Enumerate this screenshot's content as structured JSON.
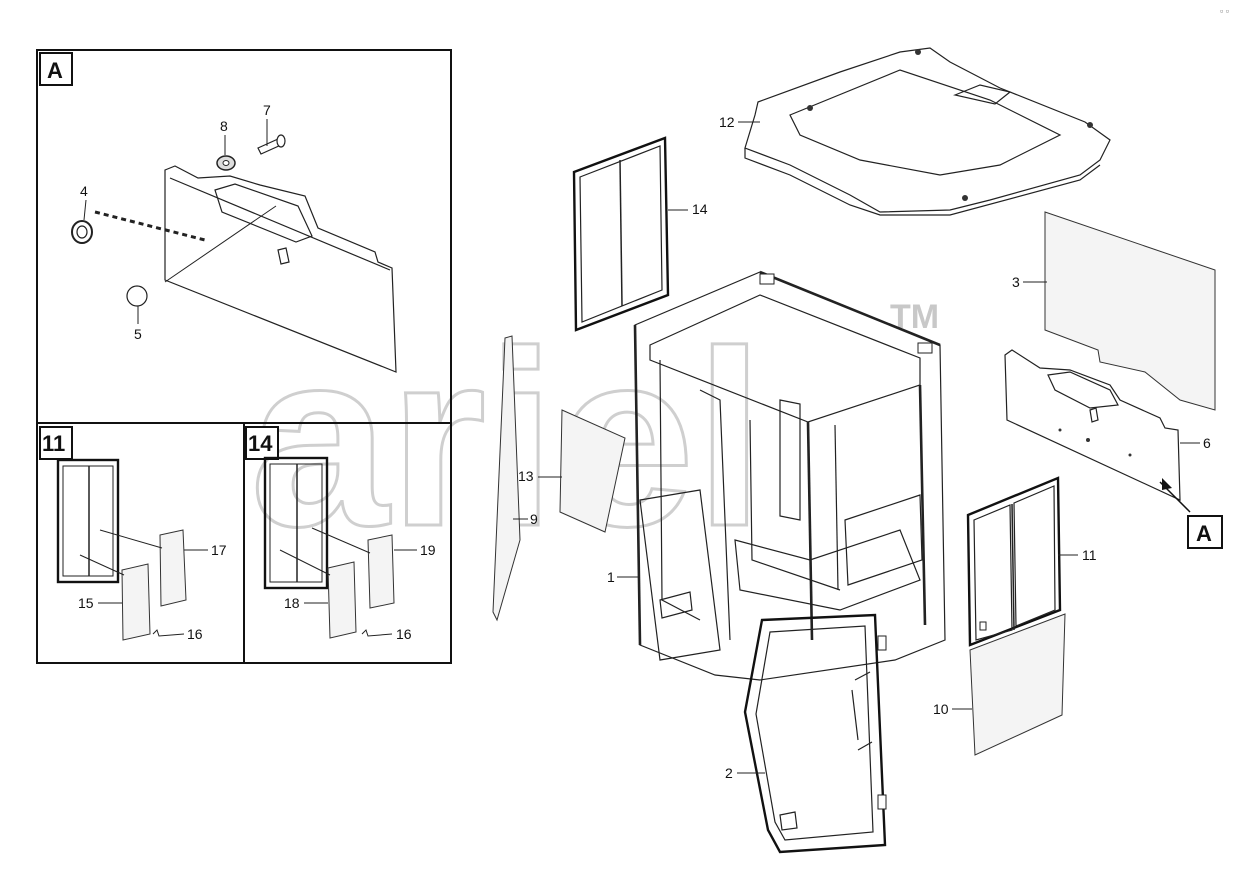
{
  "watermark": {
    "brand": "ariel",
    "trademark": "TM"
  },
  "detail_boxes": [
    {
      "id": "A",
      "label": "A"
    },
    {
      "id": "11",
      "label": "11"
    },
    {
      "id": "14",
      "label": "14"
    }
  ],
  "section_marker": {
    "label": "A"
  },
  "callouts": {
    "c1": "1",
    "c2": "2",
    "c3": "3",
    "c4": "4",
    "c5": "5",
    "c6": "6",
    "c7": "7",
    "c8": "8",
    "c9": "9",
    "c10": "10",
    "c11": "11",
    "c12": "12",
    "c13": "13",
    "c14": "14",
    "d15": "15",
    "d16a": "16",
    "d17": "17",
    "d18": "18",
    "d16b": "16",
    "d19": "19"
  },
  "corner_mark": "▫ ▫"
}
